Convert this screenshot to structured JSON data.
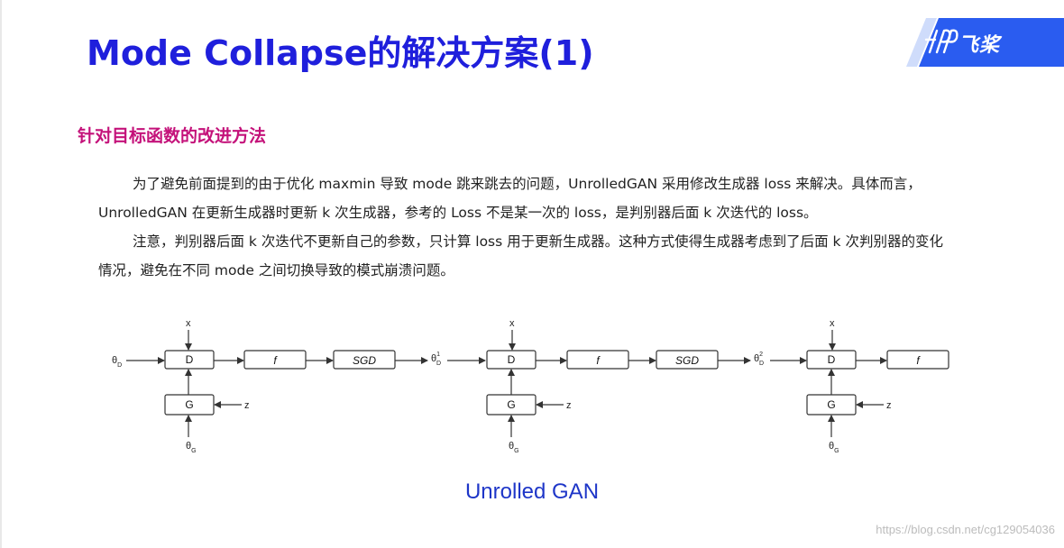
{
  "title": "Mode Collapse的解决方案(1)",
  "logo": {
    "text": "飞桨"
  },
  "subtitle": "针对目标函数的改进方法",
  "paragraphs": [
    "为了避免前面提到的由于优化 maxmin 导致 mode 跳来跳去的问题，UnrolledGAN 采用修改生成器 loss 来解决。具体而言，UnrolledGAN 在更新生成器时更新 k 次生成器，参考的 Loss 不是某一次的 loss，是判别器后面 k 次迭代的 loss。",
    "注意，判别器后面 k 次迭代不更新自己的参数，只计算 loss 用于更新生成器。这种方式使得生成器考虑到了后面 k 次判别器的变化情况，避免在不同 mode 之间切换导致的模式崩溃问题。"
  ],
  "diagram": {
    "input_x": "x",
    "input_z": "z",
    "box_d": "D",
    "box_g": "G",
    "box_f": "f",
    "box_sgd": "SGD",
    "theta": "θ",
    "sub_d": "D",
    "sub_g": "G",
    "sup_1": "1",
    "sup_2": "2"
  },
  "caption": "Unrolled GAN",
  "watermark": "https://blog.csdn.net/cg129054036",
  "colors": {
    "title": "#1f1fdc",
    "subtitle": "#c4127a",
    "caption": "#1e36c8",
    "logo_blue": "#2a5cf0"
  }
}
